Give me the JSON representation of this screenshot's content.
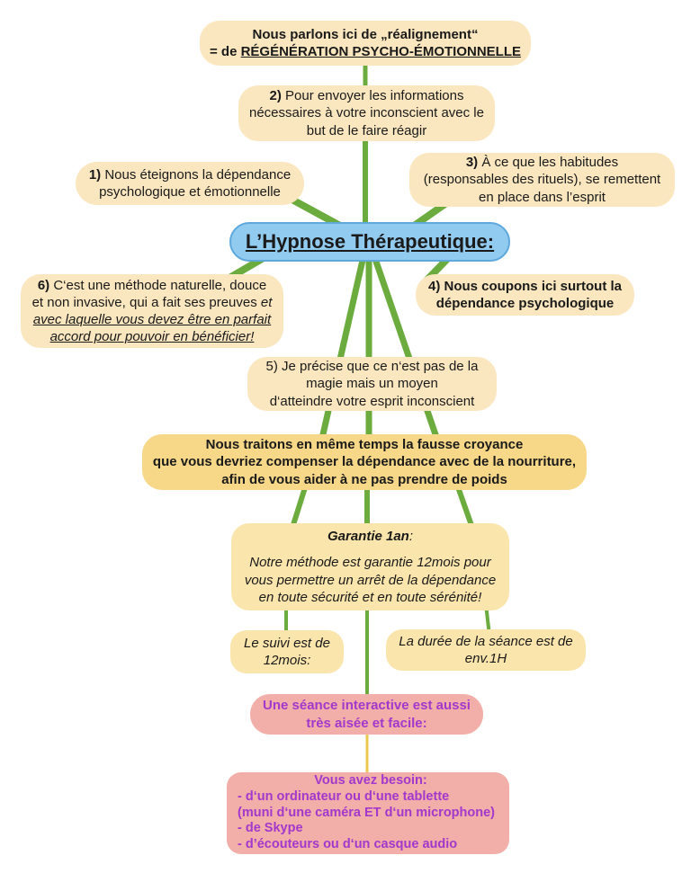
{
  "palette": {
    "background": "#FFFFFF",
    "cream_box": "#FAE7C0",
    "cream_mid_box": "#FAE5AC",
    "gold_box": "#F6D888",
    "blue_fill": "#92CBF0",
    "blue_border": "#5FA8DC",
    "pink_box": "#F2AEA8",
    "purple_text": "#A238CC",
    "green_line": "#6CAC3E",
    "yellow_line": "#EDC84F",
    "text": "#1A1A1A"
  },
  "nodes": {
    "realignment": {
      "line1": "Nous parlons ici de „réalignement“",
      "line2_prefix": "= de ",
      "line2_main": "RÉGÉNÉRATION PSYCHO-ÉMOTIONNELLE"
    },
    "step2": {
      "num": "2)",
      "l1": " Pour envoyer les informations",
      "l2": "nécessaires à votre inconscient avec le",
      "l3": "but de le faire réagir"
    },
    "step1": {
      "num": "1)",
      "l1": " Nous éteignons la dépendance",
      "l2": "psychologique et émotionnelle"
    },
    "step3": {
      "num": "3)",
      "l1": " À ce que les habitudes",
      "l2": "(responsables des rituels), se remettent",
      "l3": "en place dans l’esprit"
    },
    "center": {
      "title": "L’Hypnose Thérapeutique:"
    },
    "step6": {
      "num": "6)",
      "l1": " C‘est une méthode naturelle, douce",
      "l2": "et non invasive, qui a fait ses preuves ",
      "l2_italic": "et",
      "l3": "avec laquelle vous devez être en parfait",
      "l4": "accord pour pouvoir en bénéficier!"
    },
    "step4": {
      "l1": "4) Nous coupons ici surtout la",
      "l2": "dépendance psychologique"
    },
    "step5": {
      "l1": "5) Je précise que ce n‘est pas de la",
      "l2": "magie mais un moyen",
      "l3": "d‘atteindre votre esprit inconscient"
    },
    "belief": {
      "l1": "Nous traitons en même temps la fausse croyance",
      "l2": "que vous devriez compenser la dépendance avec de la nourriture,",
      "l3": "afin de vous aider à ne pas prendre de poids"
    },
    "garantie": {
      "heading": "Garantie 1an",
      "colon": ":",
      "b1": "Notre méthode est garantie 12mois pour",
      "b2": "vous permettre un arrêt de la dépendance",
      "b3": "en toute sécurité et en toute sérénité!"
    },
    "suivi": {
      "text": "Le suivi est de 12mois:"
    },
    "duree": {
      "text": "La durée de la séance est de env.1H"
    },
    "interactive": {
      "text": "Une séance interactive est aussi très aisée et facile:"
    },
    "besoin": {
      "heading": "Vous avez besoin:",
      "items": [
        "- d‘un ordinateur ou d‘une tablette",
        "(muni d‘une caméra ET d‘un microphone)",
        "- de Skype",
        "- d’écouteurs ou d‘un casque audio"
      ]
    }
  }
}
